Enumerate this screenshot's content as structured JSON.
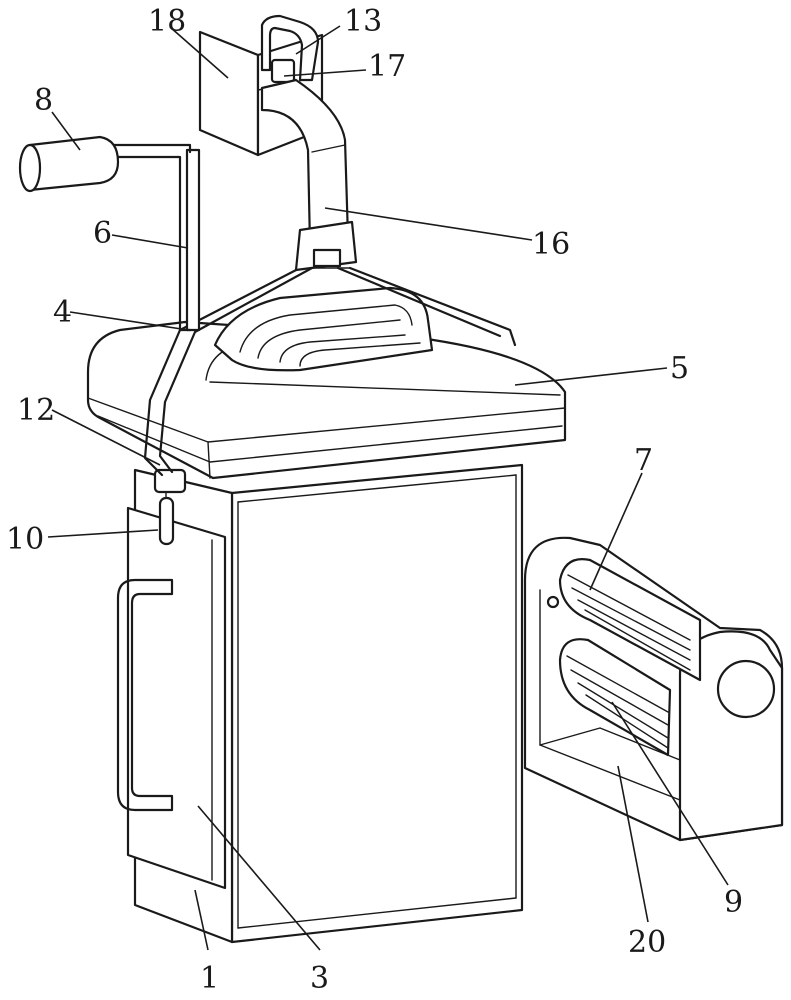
{
  "figure": {
    "labels": [
      {
        "id": "1",
        "text": "1"
      },
      {
        "id": "3",
        "text": "3"
      },
      {
        "id": "4",
        "text": "4"
      },
      {
        "id": "5",
        "text": "5"
      },
      {
        "id": "6",
        "text": "6"
      },
      {
        "id": "7",
        "text": "7"
      },
      {
        "id": "8",
        "text": "8"
      },
      {
        "id": "9",
        "text": "9"
      },
      {
        "id": "10",
        "text": "10"
      },
      {
        "id": "12",
        "text": "12"
      },
      {
        "id": "13",
        "text": "13"
      },
      {
        "id": "16",
        "text": "16"
      },
      {
        "id": "17",
        "text": "17"
      },
      {
        "id": "18",
        "text": "18"
      },
      {
        "id": "20",
        "text": "20"
      }
    ],
    "colors": {
      "line": "#1a1a1a",
      "background": "#ffffff"
    }
  }
}
